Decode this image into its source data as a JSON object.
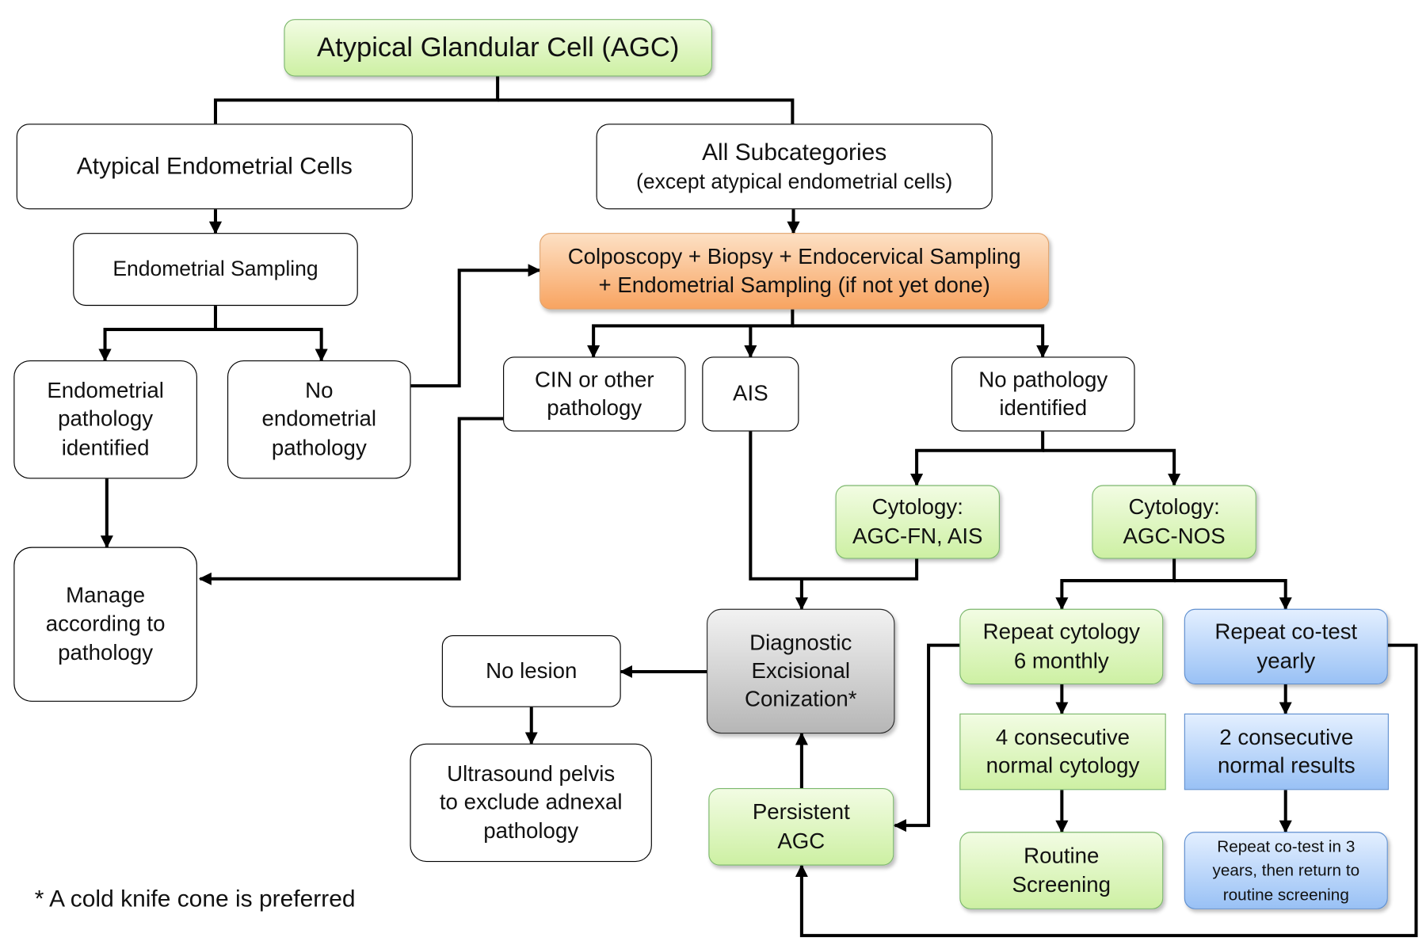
{
  "nodes": {
    "agc": [
      "Atypical Glandular Cell (AGC)"
    ],
    "aec": [
      "Atypical Endometrial Cells"
    ],
    "allsub": [
      "All Subcategories",
      "(except atypical endometrial cells)"
    ],
    "endosamp": [
      "Endometrial Sampling"
    ],
    "colpo": [
      "Colposcopy + Biopsy + Endocervical Sampling",
      "+ Endometrial Sampling (if not yet done)"
    ],
    "endopath": [
      "Endometrial",
      "pathology",
      "identified"
    ],
    "noendo": [
      "No",
      "endometrial",
      "pathology"
    ],
    "cin": [
      "CIN or other",
      "pathology"
    ],
    "ais": [
      "AIS"
    ],
    "nopath": [
      "No pathology",
      "identified"
    ],
    "manage": [
      "Manage",
      "according to",
      "pathology"
    ],
    "cytofn": [
      "Cytology:",
      "AGC-FN, AIS"
    ],
    "cytonos": [
      "Cytology:",
      "AGC-NOS"
    ],
    "diag": [
      "Diagnostic",
      "Excisional",
      "Conization*"
    ],
    "nolesion": [
      "No lesion"
    ],
    "repcyto": [
      "Repeat cytology",
      "6 monthly"
    ],
    "repcotest": [
      "Repeat co-test",
      "yearly"
    ],
    "four": [
      "4 consecutive",
      "normal cytology"
    ],
    "two": [
      "2 consecutive",
      "normal results"
    ],
    "ultra": [
      "Ultrasound pelvis",
      "to exclude adnexal",
      "pathology"
    ],
    "persist": [
      "Persistent",
      "AGC"
    ],
    "routine": [
      "Routine",
      "Screening"
    ],
    "rep3": [
      "Repeat co-test in 3",
      "years, then return to",
      "routine screening"
    ]
  },
  "footnote": "* A cold knife cone is preferred"
}
